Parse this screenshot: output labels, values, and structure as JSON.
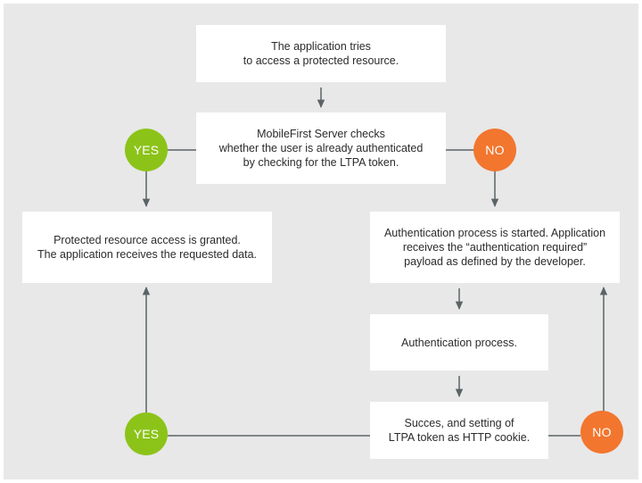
{
  "nodes": {
    "start": "The application tries\nto access a protected resource.",
    "check": "MobileFirst Server checks\nwhether the user is already authenticated\nby checking for the LTPA token.",
    "granted": "Protected resource access is granted.\nThe application receives the requested data.",
    "auth_started": "Authentication process is started. Application\nreceives the “authentication required”\npayload as defined by the developer.",
    "auth_process": "Authentication process.",
    "success": "Succes, and setting of\nLTPA token as HTTP cookie."
  },
  "decisions": {
    "yes_top": "YES",
    "no_top": "NO",
    "yes_bottom": "YES",
    "no_bottom": "NO"
  },
  "colors": {
    "background": "#e8e8e8",
    "box": "#ffffff",
    "yes": "#8cc319",
    "no": "#f2762e",
    "connector": "#5a6466"
  }
}
